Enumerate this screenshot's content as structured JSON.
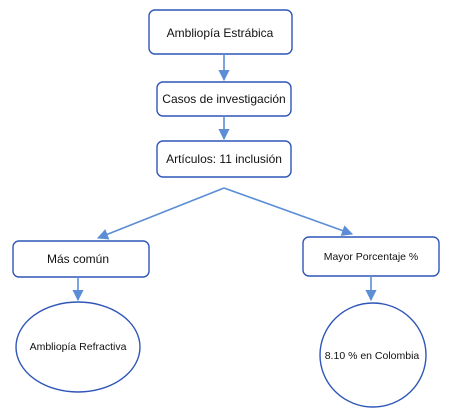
{
  "diagram": {
    "nodes": {
      "estrabica": {
        "label": "Ambliopía Estrábica"
      },
      "casos": {
        "label": "Casos de investigación"
      },
      "articulos": {
        "label": "Artículos: 11 inclusión"
      },
      "mas_comun": {
        "label": "Más común"
      },
      "mayor_porcentaje": {
        "label": "Mayor Porcentaje %"
      },
      "refractiva": {
        "label": "Ambliopía Refractiva"
      },
      "colombia": {
        "label": "8.10 % en Colombia"
      }
    },
    "colors": {
      "node_border": "#2f56b8",
      "connector": "#5b8ed6",
      "text": "#111111"
    }
  }
}
